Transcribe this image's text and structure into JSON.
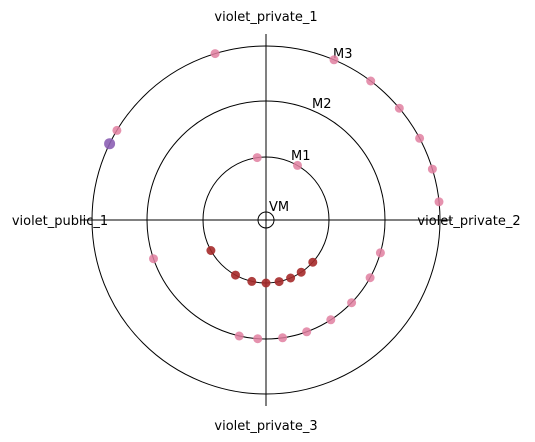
{
  "axis_labels": {
    "top": "violet_private_1",
    "right": "violet_private_2",
    "bottom": "violet_private_3",
    "left": "violet_public_1"
  },
  "ring_labels": {
    "center": "VM",
    "inner": "M1",
    "middle": "M2",
    "outer": "M3"
  },
  "colors": {
    "line": "#000000",
    "dark_red": "#a52a2a",
    "pink": "#e07fa0",
    "violet": "#8c5fb4"
  },
  "points": [
    {
      "ring": "outer",
      "angle": 26,
      "color": "violet",
      "size": "large"
    },
    {
      "ring": "outer",
      "angle": 31,
      "color": "pink"
    },
    {
      "ring": "outer",
      "angle": 73,
      "color": "pink"
    },
    {
      "ring": "outer",
      "angle": 113,
      "color": "pink"
    },
    {
      "ring": "outer",
      "angle": 127,
      "color": "pink"
    },
    {
      "ring": "outer",
      "angle": 140,
      "color": "pink"
    },
    {
      "ring": "outer",
      "angle": 152,
      "color": "pink"
    },
    {
      "ring": "outer",
      "angle": 163,
      "color": "pink"
    },
    {
      "ring": "outer",
      "angle": 174,
      "color": "pink"
    },
    {
      "ring": "middle",
      "angle": 196,
      "color": "pink"
    },
    {
      "ring": "middle",
      "angle": 209,
      "color": "pink"
    },
    {
      "ring": "middle",
      "angle": 224,
      "color": "pink"
    },
    {
      "ring": "middle",
      "angle": 237,
      "color": "pink"
    },
    {
      "ring": "middle",
      "angle": 250,
      "color": "pink"
    },
    {
      "ring": "middle",
      "angle": 262,
      "color": "pink"
    },
    {
      "ring": "middle",
      "angle": 274,
      "color": "pink"
    },
    {
      "ring": "middle",
      "angle": 283,
      "color": "pink"
    },
    {
      "ring": "middle",
      "angle": 341,
      "color": "pink"
    },
    {
      "ring": "inner",
      "angle": 82,
      "color": "pink"
    },
    {
      "ring": "inner",
      "angle": 120,
      "color": "pink"
    },
    {
      "ring": "inner",
      "angle": 222,
      "color": "dark_red"
    },
    {
      "ring": "inner",
      "angle": 236,
      "color": "dark_red"
    },
    {
      "ring": "inner",
      "angle": 247,
      "color": "dark_red"
    },
    {
      "ring": "inner",
      "angle": 258,
      "color": "dark_red"
    },
    {
      "ring": "inner",
      "angle": 270,
      "color": "dark_red"
    },
    {
      "ring": "inner",
      "angle": 283,
      "color": "dark_red"
    },
    {
      "ring": "inner",
      "angle": 299,
      "color": "dark_red"
    },
    {
      "ring": "inner",
      "angle": 331,
      "color": "dark_red"
    }
  ]
}
